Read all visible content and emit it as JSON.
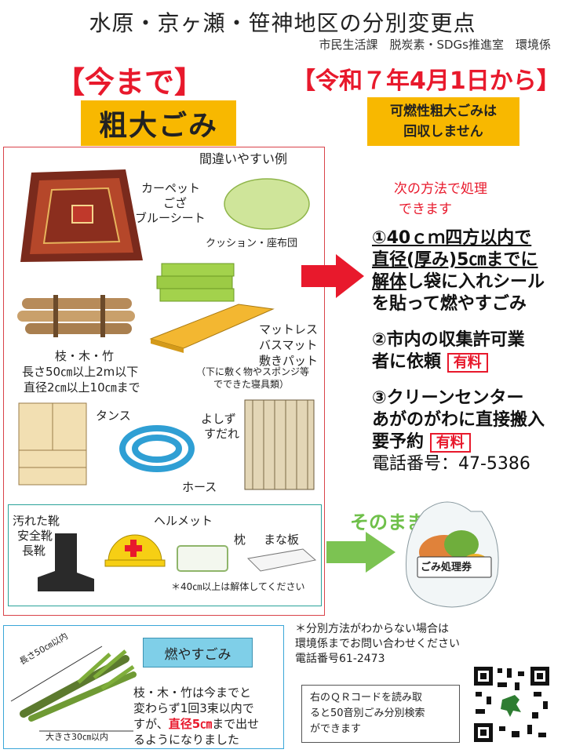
{
  "header": {
    "title": "水原・京ヶ瀬・笹神地区の分別変更点",
    "department": "市民生活課　脱炭素・SDGs推進室　環境係",
    "before_label": "【今まで】",
    "after_label": "【令和７年4月1日から】"
  },
  "left": {
    "category": "粗大ごみ",
    "examples_title": "間違いやすい例",
    "items": {
      "carpet": "カーペット",
      "goza": "ござ",
      "bluesheet": "ブルーシート",
      "cushion": "クッション・座布団",
      "branches": "枝・木・竹",
      "branches_size1": "長さ50㎝以上2m以下",
      "branches_size2": "直径2㎝以上10㎝まで",
      "mattress1": "マットレス",
      "mattress2": "バスマット",
      "mattress3": "敷きパット",
      "mattress_note1": "（下に敷く物やスポンジ等",
      "mattress_note2": "でできた寝具類）",
      "tansu": "タンス",
      "yoshizu1": "よしず",
      "yoshizu2": "すだれ",
      "hose": "ホース"
    },
    "shoes": {
      "line1": "汚れた靴",
      "line2": "安全靴",
      "line3": "長靴",
      "helmet": "ヘルメット",
      "pillow": "枕",
      "board": "まな板",
      "note": "＊40㎝以上は解体してください"
    }
  },
  "right": {
    "not_collected_1": "可燃性粗大ごみは",
    "not_collected_2": "回収しません",
    "method_1": "次の方法で処理",
    "method_2": "できます",
    "opt1_a": "①40ｃｍ四方以内で",
    "opt1_b": "直径(厚み)5㎝までに",
    "opt1_c_u": "解体",
    "opt1_c": "し袋に入れシール",
    "opt1_d": "を貼って燃やすごみ",
    "opt2_a": "②市内の収集許可業",
    "opt2_b": "者に依頼",
    "fee": "有料",
    "opt3_a": "③クリーンセンター",
    "opt3_b": "あがのがわに直接搬入",
    "opt3_c": "要予約",
    "phone": "電話番号：47-5386",
    "as_is": "そのまま",
    "ticket": "ごみ処理券"
  },
  "bottom": {
    "length_label": "長さ50㎝以内",
    "width_label": "大きさ30㎝以内",
    "burnable": "燃やすごみ",
    "desc1": "枝・木・竹は今までと",
    "desc2": "変わらず1回3束以内で",
    "desc3_a": "すが、",
    "desc3_b": "直径5㎝",
    "desc3_c": "まで出せ",
    "desc4": "るようになりました",
    "inquire1": "＊分別方法がわからない場合は",
    "inquire2": "環境係までお問い合わせください",
    "inquire3": "電話番号61-2473",
    "qr1": "右のＱＲコードを読み取",
    "qr2": "ると50音別ごみ分別検索",
    "qr3": "ができます"
  },
  "colors": {
    "accent_red": "#e8192c",
    "orange": "#f8b800",
    "green": "#6fc04a",
    "teal": "#2aa39a",
    "blue": "#3aa6d8"
  }
}
